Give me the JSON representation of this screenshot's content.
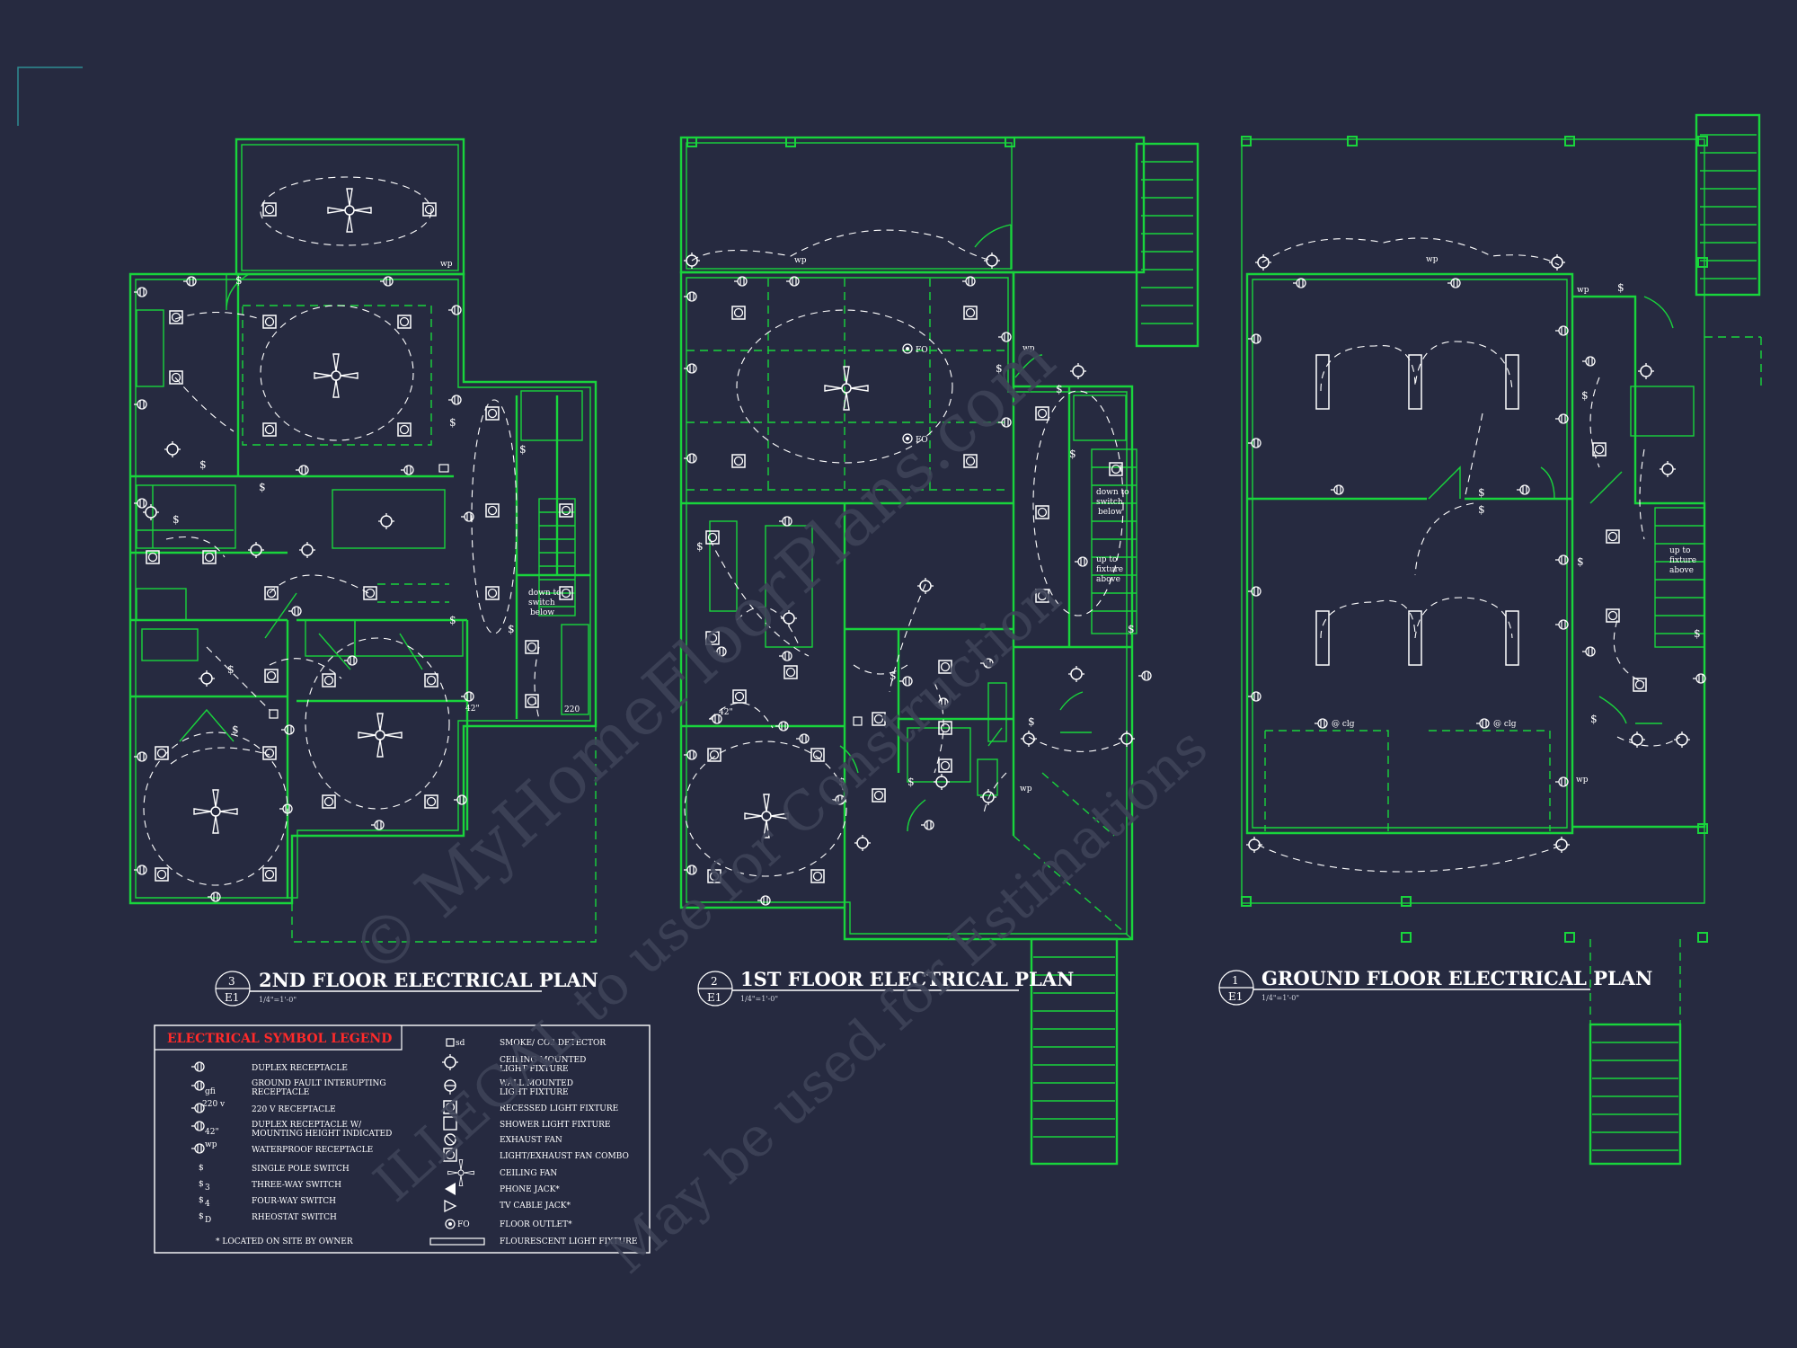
{
  "plans": [
    {
      "number": "3",
      "sheet": "E1",
      "title": "2ND FLOOR ELECTRICAL PLAN",
      "scale": "1/4\"=1'-0\""
    },
    {
      "number": "2",
      "sheet": "E1",
      "title": "1ST FLOOR ELECTRICAL PLAN",
      "scale": "1/4\"=1'-0\""
    },
    {
      "number": "1",
      "sheet": "E1",
      "title": "GROUND FLOOR ELECTRICAL PLAN",
      "scale": "1/4\"=1'-0\""
    }
  ],
  "notes": {
    "down_to_switch": [
      "down to",
      "switch",
      "below"
    ],
    "up_to_fixture": [
      "up to",
      "fixture",
      "above"
    ],
    "fo": "FO",
    "sd": "sd",
    "clg": "@ clg",
    "wp": "wp",
    "h42": "42\"",
    "v220": "220"
  },
  "legend": {
    "title": "ELECTRICAL SYMBOL LEGEND",
    "left": [
      [
        "DUPLEX RECEPTACLE"
      ],
      [
        "GROUND FAULT INTERUPTING",
        "RECEPTACLE"
      ],
      [
        "220 V RECEPTACLE"
      ],
      [
        "DUPLEX RECEPTACLE W/",
        "MOUNTING HEIGHT INDICATED"
      ],
      [
        "WATERPROOF RECEPTACLE"
      ],
      [
        "SINGLE POLE SWITCH"
      ],
      [
        "THREE-WAY SWITCH"
      ],
      [
        "FOUR-WAY SWITCH"
      ],
      [
        "RHEOSTAT SWITCH"
      ]
    ],
    "right": [
      [
        "SMOKE/ CO2 DETECTOR"
      ],
      [
        "CEILING MOUNTED",
        "LIGHT FIXTURE"
      ],
      [
        "WALL MOUNTED",
        "LIGHT FIXTURE"
      ],
      [
        "RECESSED LIGHT FIXTURE"
      ],
      [
        "SHOWER LIGHT FIXTURE"
      ],
      [
        "EXHAUST FAN"
      ],
      [
        "LIGHT/EXHAUST FAN COMBO"
      ],
      [
        "CEILING FAN"
      ],
      [
        "PHONE JACK*"
      ],
      [
        "TV CABLE JACK*"
      ],
      [
        "FLOOR OUTLET*"
      ],
      [
        "FLOURESCENT LIGHT FIXTURE"
      ]
    ],
    "footnote": "* LOCATED ON SITE BY OWNER",
    "sym_gfi": "gfi",
    "sym_220": "220 v",
    "sym_42": "42\"",
    "sym_wp": "wp",
    "sym_sd": "sd",
    "sym_fo": "FO",
    "sym_s": "$",
    "sym_s3": "3",
    "sym_s4": "4",
    "sym_sd_r": "D"
  },
  "watermark": [
    "© MyHomeFloorPlans.com",
    "ILLEGAL to use for Construction",
    "May be used for Estimations"
  ]
}
